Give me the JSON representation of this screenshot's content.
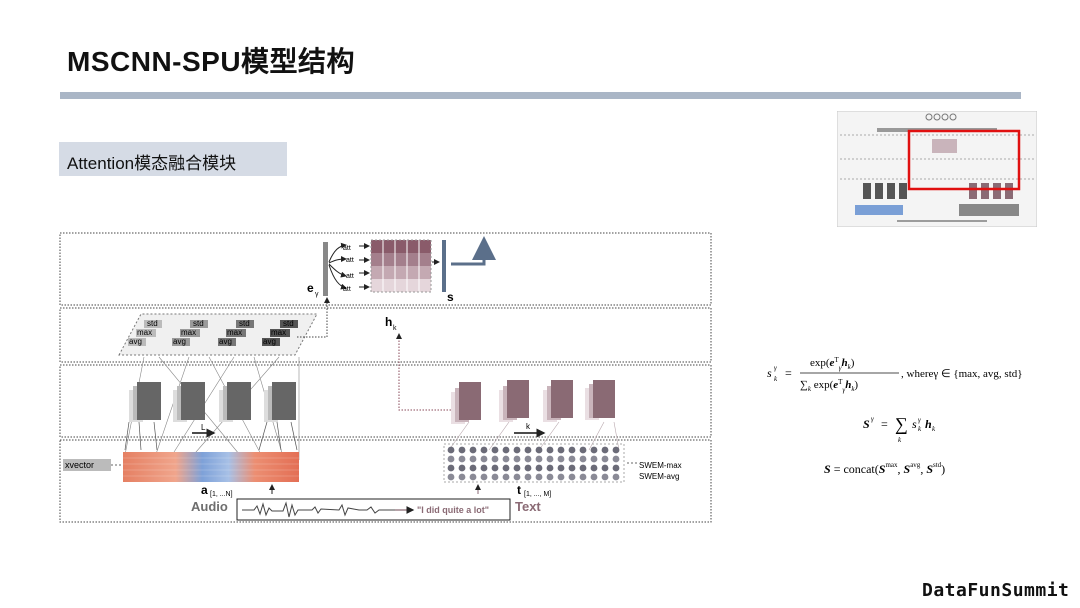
{
  "slide": {
    "title": "MSCNN-SPU模型结构",
    "subtitle": "Attention模态融合模块",
    "brand": "DataFunSummit"
  },
  "diagram": {
    "att_labels": [
      "att",
      "att",
      "att",
      "att"
    ],
    "e_gamma": "e",
    "e_gamma_sub": "γ",
    "s_label": "s",
    "h_label": "h",
    "h_sub": "k",
    "pool_stats": [
      {
        "top": "std",
        "mid": "max",
        "bot": "avg"
      },
      {
        "top": "std",
        "mid": "max",
        "bot": "avg"
      },
      {
        "top": "std",
        "mid": "max",
        "bot": "avg"
      },
      {
        "top": "std",
        "mid": "max",
        "bot": "avg"
      }
    ],
    "audio_step_label": "L",
    "text_step_label": "k",
    "xvector_label": "xvector",
    "swem_max_label": "SWEM-max",
    "swem_avg_label": "SWEM-avg",
    "a_label": "a",
    "a_sub": "[1, ...N]",
    "t_label": "t",
    "t_sub": "[1, ..., M]",
    "audio_label": "Audio",
    "text_label": "Text",
    "utterance": "\"I did quite a lot\"",
    "colors": {
      "audio": "#6e6e6e",
      "text": "#8a6a74",
      "accent": "#5b6f8a",
      "highlight": "#e01010"
    }
  },
  "equations": {
    "eq1_lhs": "s",
    "eq1_num": "exp(e",
    "eq1_den": "∑",
    "eq1_tail": ", whereγ ∈ {max, avg, std}",
    "eq2": "S",
    "eq3": "S = concat(S",
    "eq3_tail": ")"
  }
}
